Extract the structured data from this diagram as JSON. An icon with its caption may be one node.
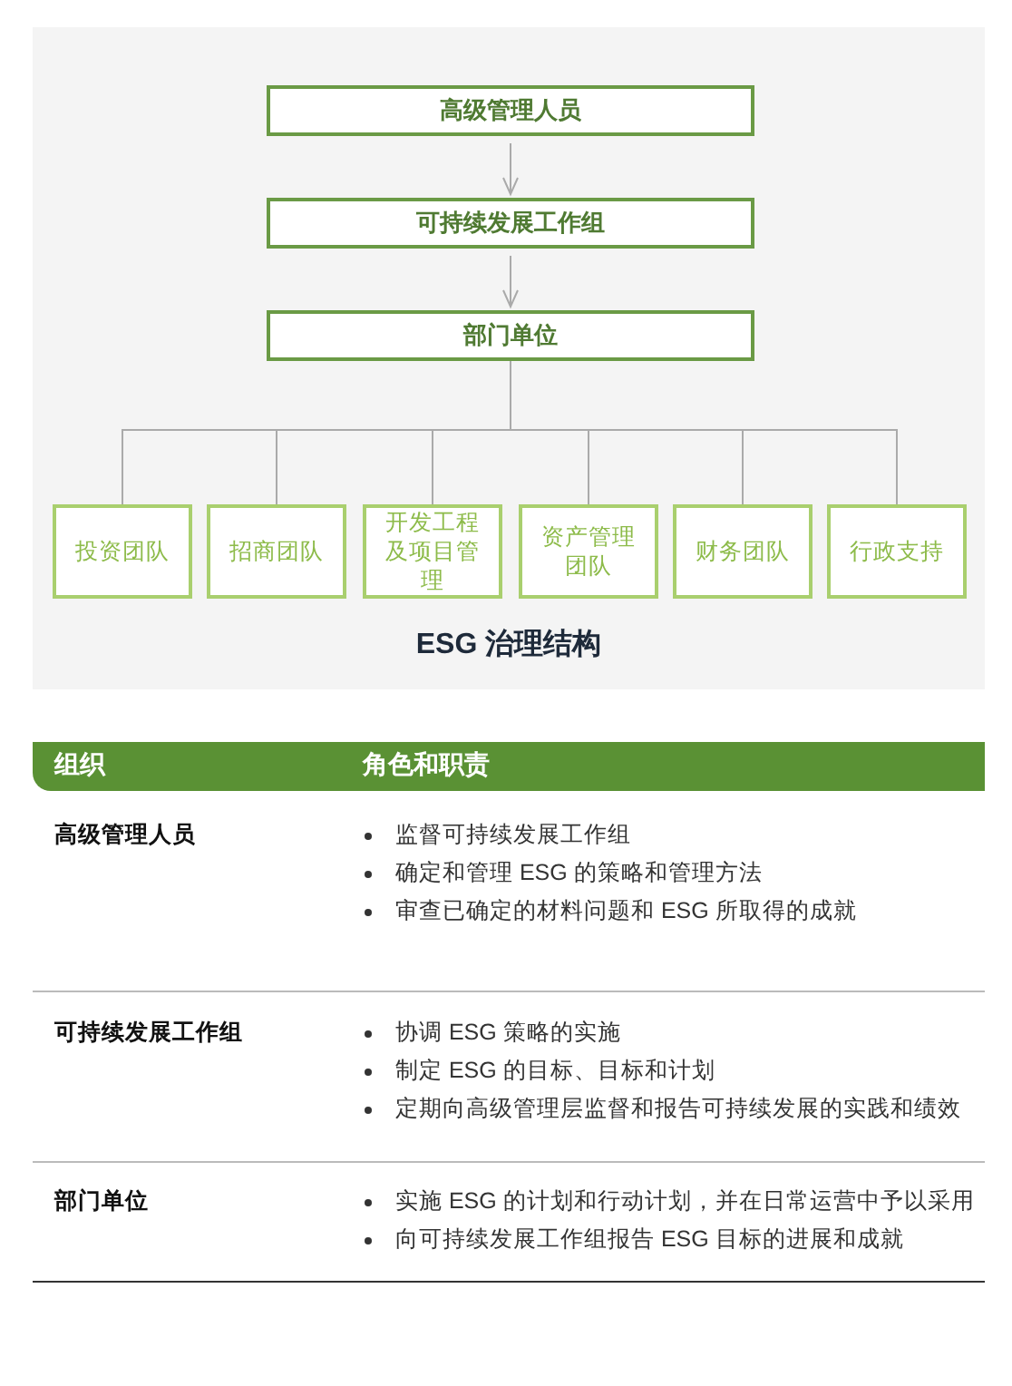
{
  "diagram": {
    "caption": "ESG 治理结构",
    "nodes": [
      {
        "text": [
          "高级管理人员"
        ]
      },
      {
        "text": [
          "可持续发展工作组"
        ]
      },
      {
        "text": [
          "部门单位"
        ]
      },
      {
        "text": [
          "投资团队"
        ]
      },
      {
        "text": [
          "招商团队"
        ]
      },
      {
        "text": [
          "开发工程及项目管理"
        ]
      },
      {
        "text": [
          "资产管理团队"
        ]
      },
      {
        "text": [
          "财务团队"
        ]
      },
      {
        "text": [
          "行政支持"
        ]
      }
    ],
    "edges": [
      {
        "from": 0,
        "to": 1,
        "arrow": "to"
      },
      {
        "from": 1,
        "to": 2,
        "arrow": "to"
      },
      {
        "from": 2,
        "to": 3,
        "arrow": "none"
      },
      {
        "from": 2,
        "to": 4,
        "arrow": "none"
      },
      {
        "from": 2,
        "to": 5,
        "arrow": "none"
      },
      {
        "from": 2,
        "to": 6,
        "arrow": "none"
      },
      {
        "from": 2,
        "to": 7,
        "arrow": "none"
      },
      {
        "from": 2,
        "to": 8,
        "arrow": "none"
      }
    ],
    "labels": [
      "组织",
      "角色和职责",
      "高级管理人员",
      "监督可持续发展工作组",
      "确定和管理 ESG 的策略和管理方法",
      "审查已确定的材料问题和 ESG 所取得的成就",
      "可持续发展工作组",
      "协调 ESG 策略的实施",
      "制定 ESG 的目标、目标和计划",
      "定期向高级管理层监督和报告可持续发展的实践和绩效",
      "部门单位",
      "实施 ESG 的计划和行动计划，并在日常运营中予以采用",
      "向可持续发展工作组报告 ESG 目标的进展和成就"
    ]
  }
}
